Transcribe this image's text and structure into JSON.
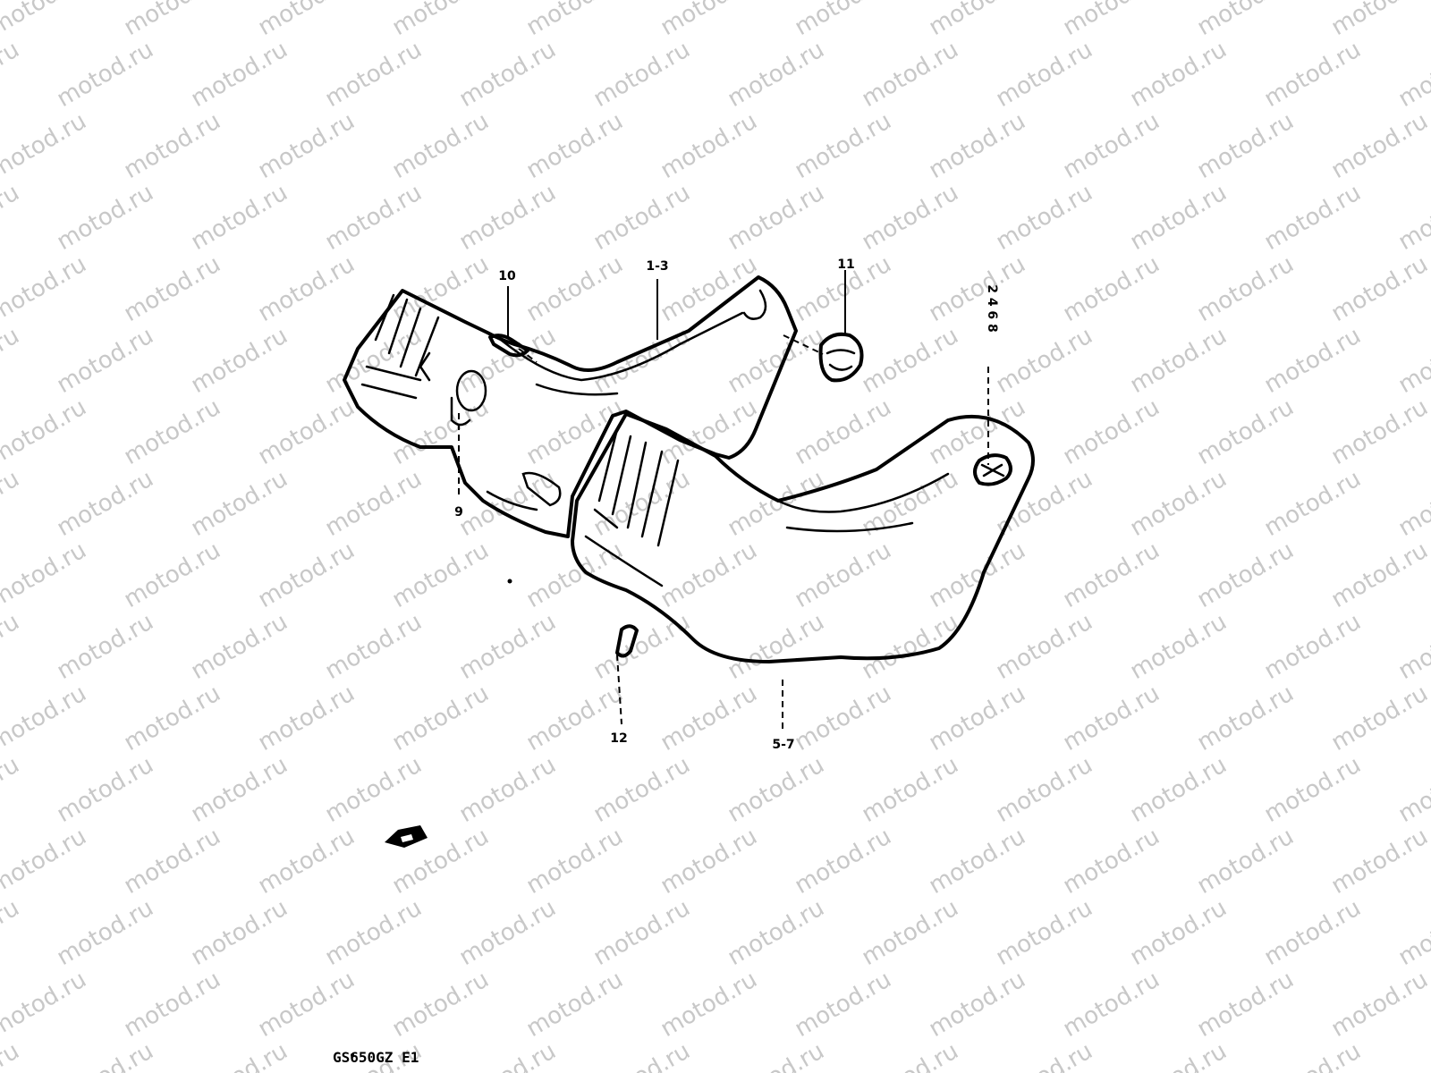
{
  "watermark": "motod.ru",
  "diagram_code": "GS650GZ E1",
  "callouts": {
    "c10": "10",
    "c13": "1-3",
    "c11": "11",
    "c2468": "2 4 6 8",
    "c9": "9",
    "c12": "12",
    "c57": "5-7"
  },
  "icons": [
    "front-direction-arrow-icon"
  ]
}
